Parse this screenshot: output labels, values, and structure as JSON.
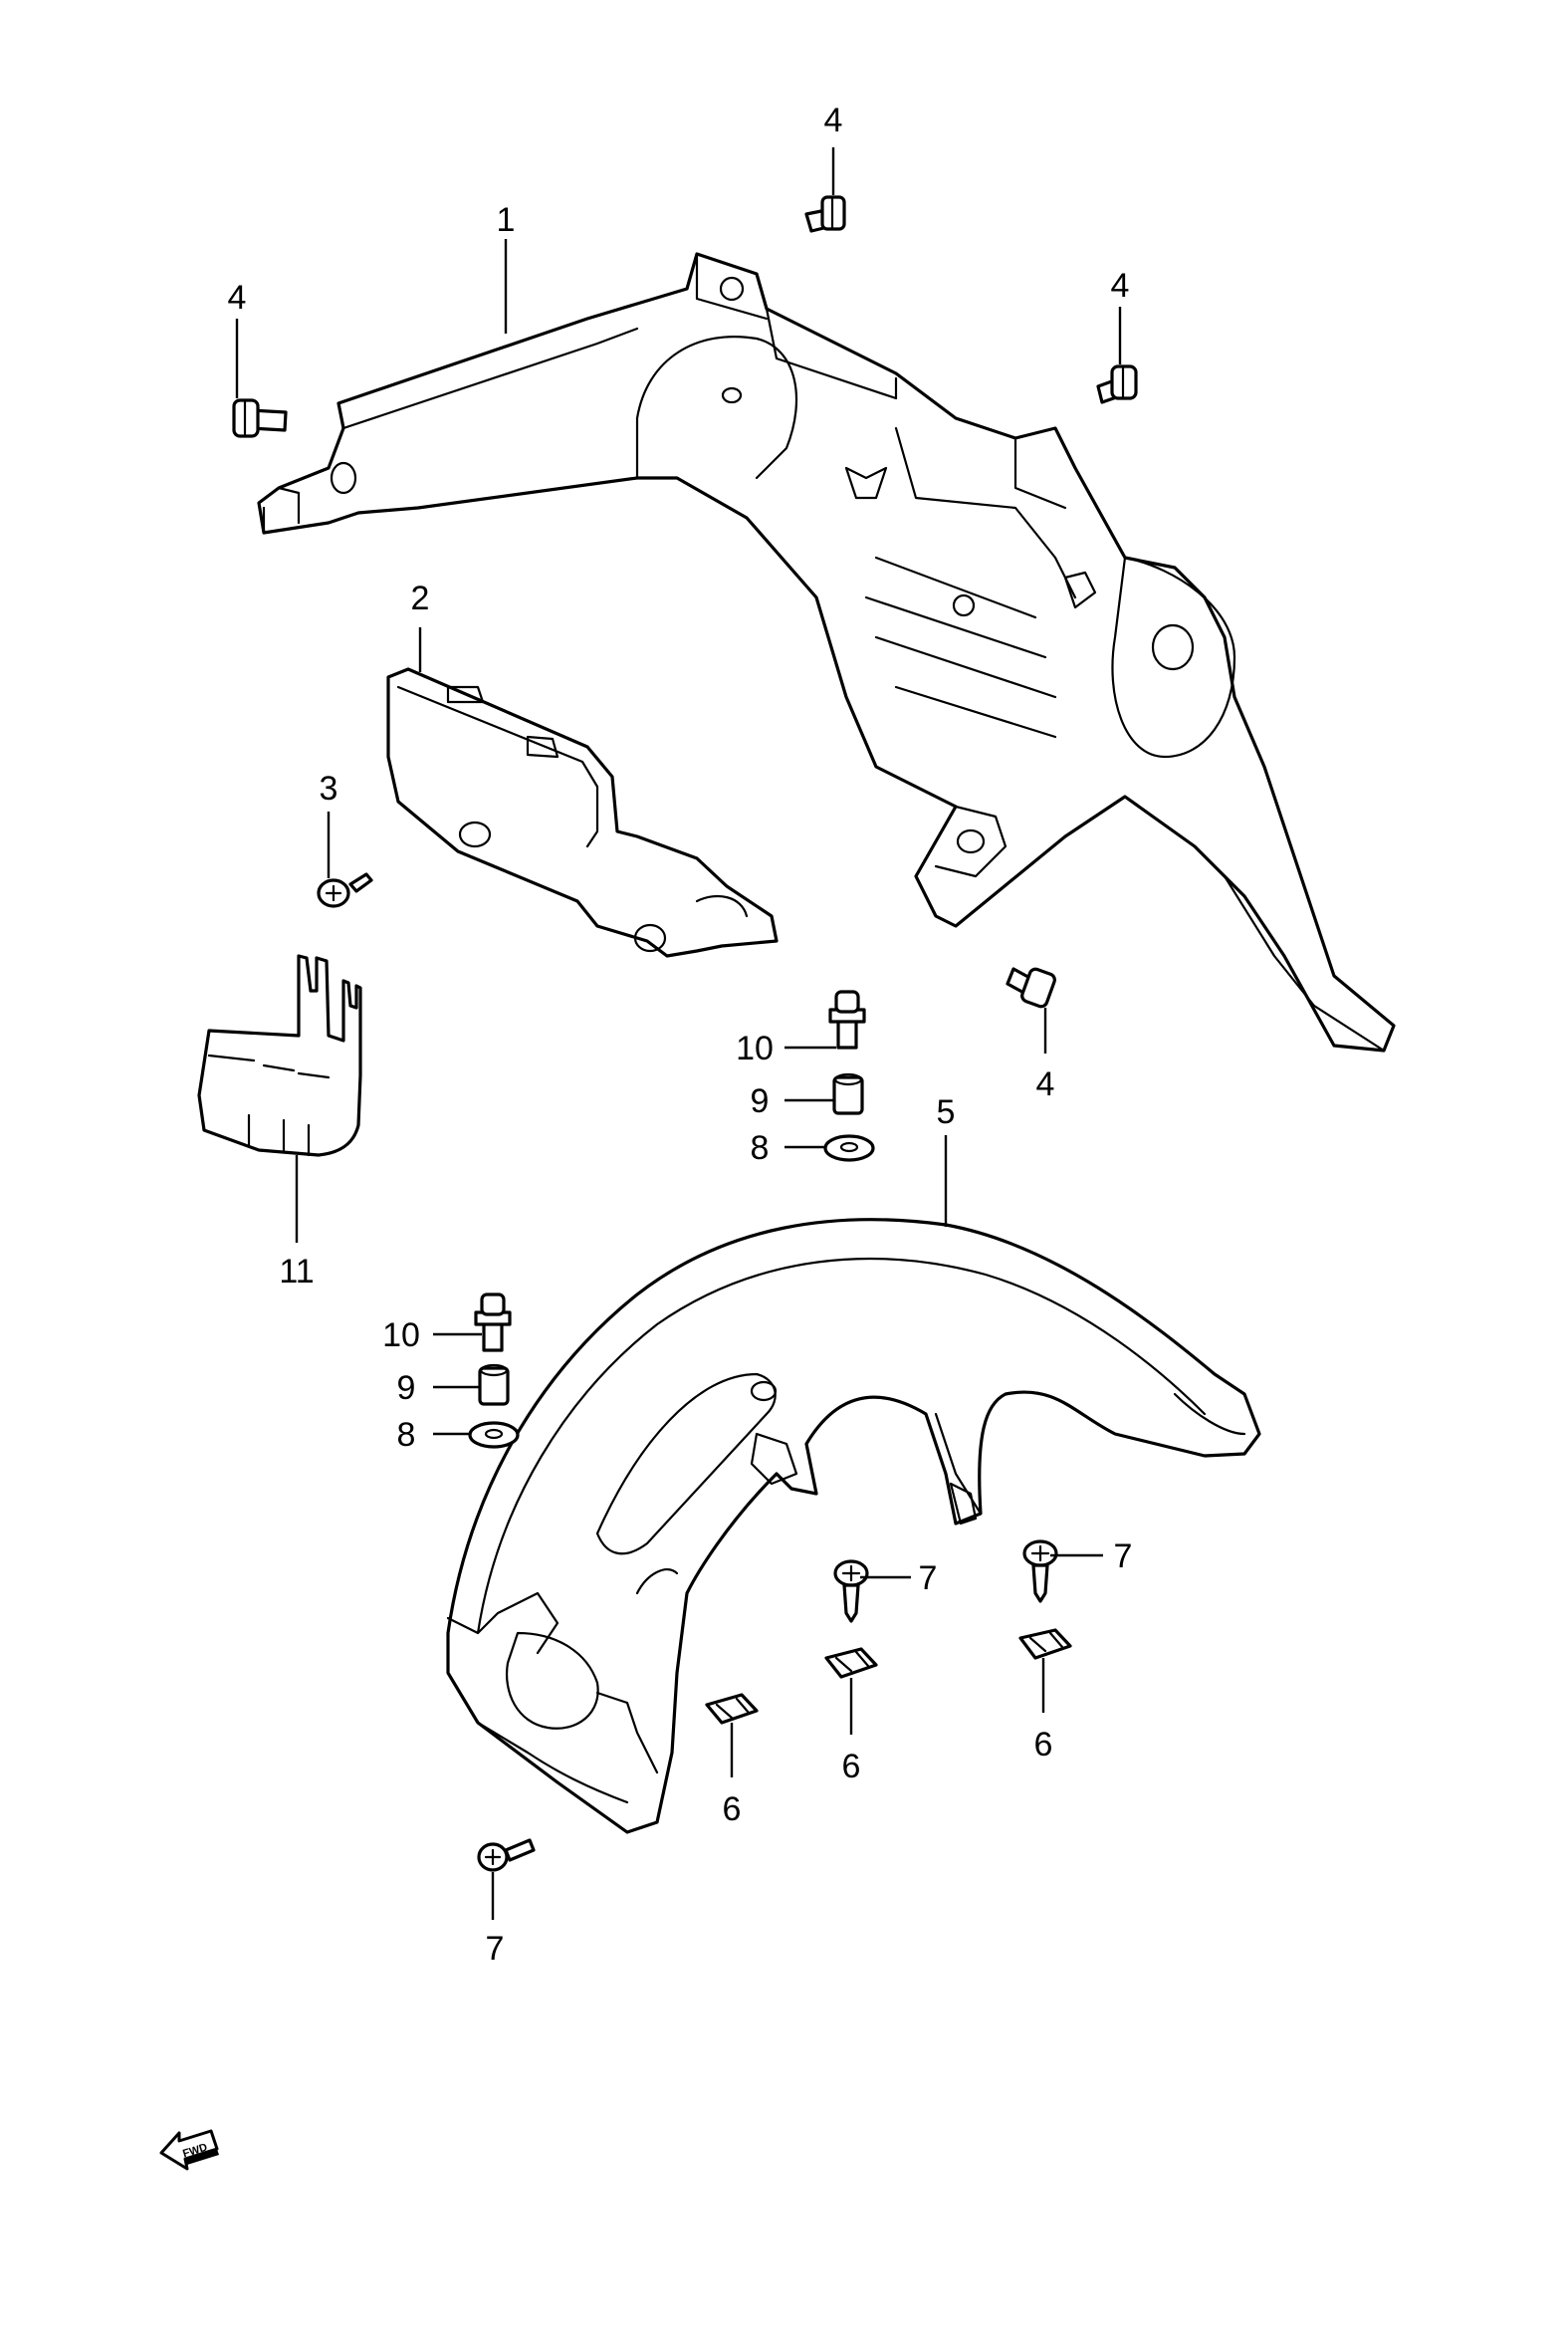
{
  "callouts": [
    {
      "id": "c1",
      "label": "1"
    },
    {
      "id": "c2",
      "label": "2"
    },
    {
      "id": "c3",
      "label": "3"
    },
    {
      "id": "c4a",
      "label": "4"
    },
    {
      "id": "c4b",
      "label": "4"
    },
    {
      "id": "c4c",
      "label": "4"
    },
    {
      "id": "c4d",
      "label": "4"
    },
    {
      "id": "c5",
      "label": "5"
    },
    {
      "id": "c6a",
      "label": "6"
    },
    {
      "id": "c6b",
      "label": "6"
    },
    {
      "id": "c6c",
      "label": "6"
    },
    {
      "id": "c7a",
      "label": "7"
    },
    {
      "id": "c7b",
      "label": "7"
    },
    {
      "id": "c7c",
      "label": "7"
    },
    {
      "id": "c8a",
      "label": "8"
    },
    {
      "id": "c8b",
      "label": "8"
    },
    {
      "id": "c9a",
      "label": "9"
    },
    {
      "id": "c9b",
      "label": "9"
    },
    {
      "id": "c10a",
      "label": "10"
    },
    {
      "id": "c10b",
      "label": "10"
    },
    {
      "id": "c11",
      "label": "11"
    }
  ],
  "fwd_arrow": {
    "label": "FWD",
    "icon": "fwd-arrow-icon"
  }
}
